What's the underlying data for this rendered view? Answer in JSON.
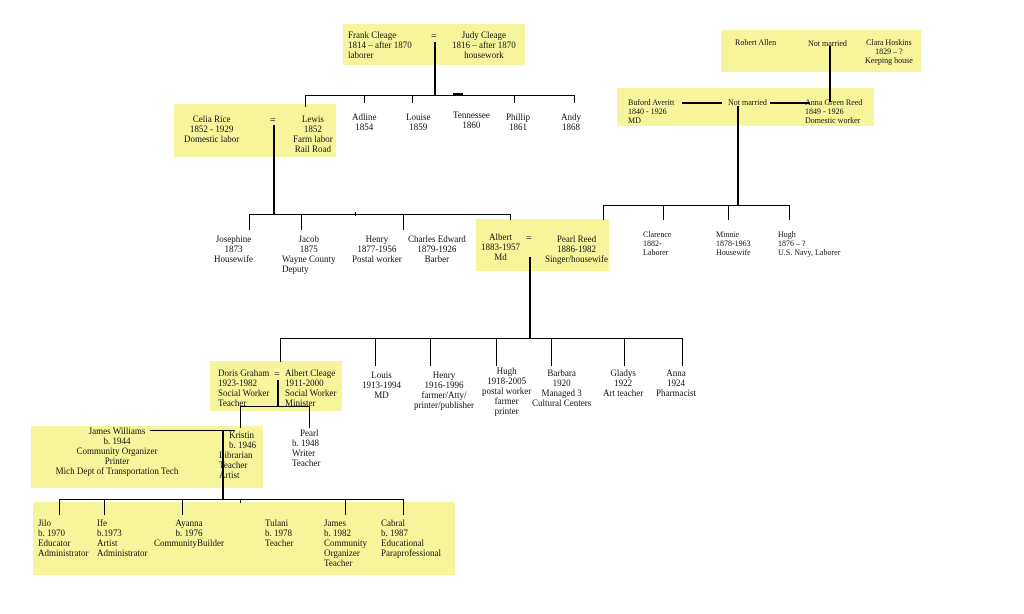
{
  "generations": {
    "g1": {
      "frank": {
        "name": "Frank Cleage",
        "years": "1814 – after 1870",
        "occupation": "laborer"
      },
      "judy": {
        "name": "Judy Cleage",
        "years": "1816 – after 1870",
        "occupation": "housework"
      },
      "children": [
        {
          "name": "Adline",
          "years": "1854"
        },
        {
          "name": "Louise",
          "years": "1859"
        },
        {
          "name": "Tennessee",
          "years": "1860"
        },
        {
          "name": "Phillip",
          "years": "1861"
        },
        {
          "name": "Andy",
          "years": "1868"
        }
      ]
    },
    "g1_reed": {
      "robert": {
        "name": "Robert Allen"
      },
      "not_married_top": "Not married",
      "clara": {
        "name": "Clara Hoskins",
        "years": "1829 – ?",
        "occupation": "Keeping house"
      },
      "buford": {
        "name": "Buford Averitt",
        "years": "1840 - 1926",
        "occupation": "MD"
      },
      "not_married_mid": "Not married",
      "anna": {
        "name": "Anna Green Reed",
        "years": "1849 - 1926",
        "occupation": "Domestic worker"
      }
    },
    "g2": {
      "celia": {
        "name": "Celia Rice",
        "years": "1852 - 1929",
        "occupation": "Domestic labor"
      },
      "lewis": {
        "name": "Lewis",
        "years": "1852",
        "occupation1": "Farm labor",
        "occupation2": "Rail Road"
      }
    },
    "g3": {
      "children_left": [
        {
          "name": "Josephine",
          "years": "1873",
          "occupation": "Housewife"
        },
        {
          "name": "Jacob",
          "years": "1875",
          "occupation": "Wayne County",
          "occupation2": "Deputy"
        },
        {
          "name": "Henry",
          "years": "1877-1956",
          "occupation": "Postal worker"
        },
        {
          "name": "Charles Edward",
          "years": "1879-1926",
          "occupation": "Barber"
        }
      ],
      "albert": {
        "name": "Albert",
        "years": "1883-1957",
        "occupation": "Md"
      },
      "pearl": {
        "name": "Pearl Reed",
        "years": "1886-1982",
        "occupation": "Singer/housewife"
      },
      "reed_siblings": [
        {
          "name": "Clarence",
          "years": "1882-",
          "occupation": "Laborer"
        },
        {
          "name": "Minnie",
          "years": "1878-1963",
          "occupation": "Housewife"
        },
        {
          "name": "Hugh",
          "years": "1876 – ?",
          "occupation": "U.S. Navy, Laborer"
        }
      ]
    },
    "g4": {
      "doris": {
        "name": "Doris Graham",
        "years": "1923-1982",
        "occupation1": "Social Worker",
        "occupation2": "Teacher"
      },
      "albert_jr": {
        "name": "Albert Cleage",
        "years": "1911-2000",
        "occupation1": "Social Worker",
        "occupation2": "Minister"
      },
      "siblings": [
        {
          "lines": [
            "Louis",
            "1913-1994",
            "MD"
          ]
        },
        {
          "lines": [
            "Henry",
            "1916-1996",
            "farmer/Atty/",
            "printer/publisher"
          ]
        },
        {
          "lines": [
            "Hugh",
            "1918-2005",
            "postal worker",
            "farmer",
            "printer"
          ]
        },
        {
          "lines": [
            "Barbara",
            "1920",
            "Managed 3",
            "Cultural Centers"
          ]
        },
        {
          "lines": [
            "Gladys",
            "1922",
            "Art teacher"
          ]
        },
        {
          "lines": [
            "Anna",
            "1924",
            "Pharmacist"
          ]
        }
      ]
    },
    "g5": {
      "james": {
        "lines": [
          "James Williams",
          "b. 1944",
          "Community Organizer",
          "Printer",
          "Mich Dept of Transportation Tech"
        ]
      },
      "kristin": {
        "lines": [
          "Kristin",
          "b. 1946",
          "Librarian",
          "Teacher",
          "Artist"
        ]
      },
      "pearl_jr": {
        "lines": [
          "Pearl",
          "b. 1948",
          "Writer",
          "Teacher"
        ]
      }
    },
    "g6": {
      "children": [
        {
          "lines": [
            "Jilo",
            "b. 1970",
            "Educator",
            "Administrator"
          ]
        },
        {
          "lines": [
            "Ife",
            "b.1973",
            "Artist",
            "Administrator"
          ]
        },
        {
          "lines": [
            "Ayanna",
            "b. 1976",
            "CommunityBuilder"
          ]
        },
        {
          "lines": [
            "Tulani",
            "b. 1978",
            "Teacher"
          ]
        },
        {
          "lines": [
            "James",
            "b. 1982",
            "Community",
            "Organizer",
            "Teacher"
          ]
        },
        {
          "lines": [
            "Cabral",
            "b. 1987",
            "Educational",
            "Paraprofessional"
          ]
        }
      ]
    }
  },
  "symbols": {
    "equals": "="
  }
}
